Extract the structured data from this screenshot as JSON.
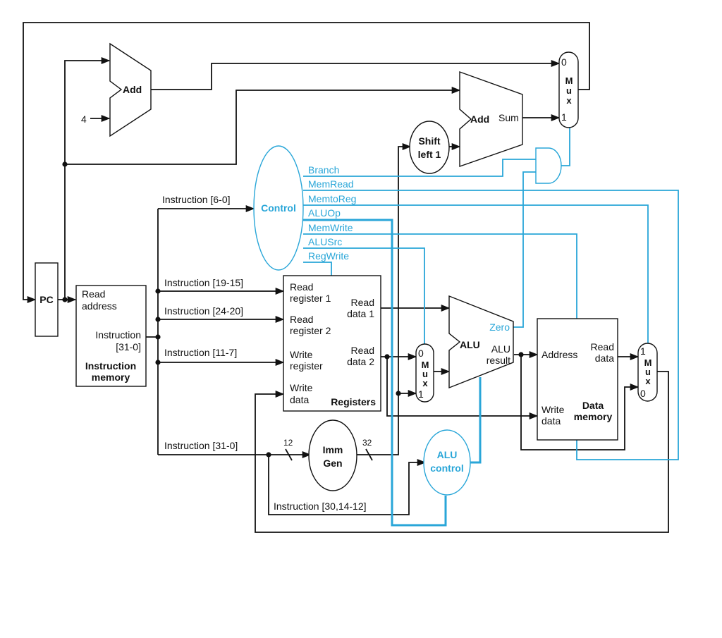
{
  "colors": {
    "wire": "#111111",
    "control": "#29a6d8",
    "background": "#ffffff"
  },
  "pc": {
    "label": "PC"
  },
  "const_four": "4",
  "add_pc": {
    "label": "Add"
  },
  "add_branch": {
    "label": "Add",
    "sum": "Sum"
  },
  "mux_top": {
    "in0": "0",
    "letters": [
      "M",
      "u",
      "x"
    ],
    "in1": "1"
  },
  "shift": {
    "line1": "Shift",
    "line2": "left 1"
  },
  "control": {
    "label": "Control",
    "signals": [
      "Branch",
      "MemRead",
      "MemtoReg",
      "ALUOp",
      "MemWrite",
      "ALUSrc",
      "RegWrite"
    ]
  },
  "instruction_memory": {
    "read_address_1": "Read",
    "read_address_2": "address",
    "instruction_1": "Instruction",
    "instruction_2": "[31-0]",
    "title_1": "Instruction",
    "title_2": "memory"
  },
  "instruction_fields": {
    "opcode": "Instruction [6-0]",
    "rs1": "Instruction [19-15]",
    "rs2": "Instruction [24-20]",
    "rd": "Instruction [11-7]",
    "all": "Instruction [31-0]",
    "alu_ctl": "Instruction [30,14-12]"
  },
  "registers": {
    "read_reg1_1": "Read",
    "read_reg1_2": "register 1",
    "read_reg2_1": "Read",
    "read_reg2_2": "register 2",
    "write_reg_1": "Write",
    "write_reg_2": "register",
    "write_data_1": "Write",
    "write_data_2": "data",
    "read_data1_1": "Read",
    "read_data1_2": "data 1",
    "read_data2_1": "Read",
    "read_data2_2": "data 2",
    "title": "Registers"
  },
  "imm_gen": {
    "line1": "Imm",
    "line2": "Gen",
    "width_in": "12",
    "width_out": "32"
  },
  "mux_alu": {
    "in0": "0",
    "letters": [
      "M",
      "u",
      "x"
    ],
    "in1": "1"
  },
  "alu": {
    "label": "ALU",
    "zero": "Zero",
    "result_1": "ALU",
    "result_2": "result"
  },
  "alu_control": {
    "line1": "ALU",
    "line2": "control"
  },
  "data_memory": {
    "address": "Address",
    "read_data_1": "Read",
    "read_data_2": "data",
    "write_data_1": "Write",
    "write_data_2": "data",
    "title_1": "Data",
    "title_2": "memory"
  },
  "mux_mem": {
    "in1": "1",
    "letters": [
      "M",
      "u",
      "x"
    ],
    "in0": "0"
  }
}
